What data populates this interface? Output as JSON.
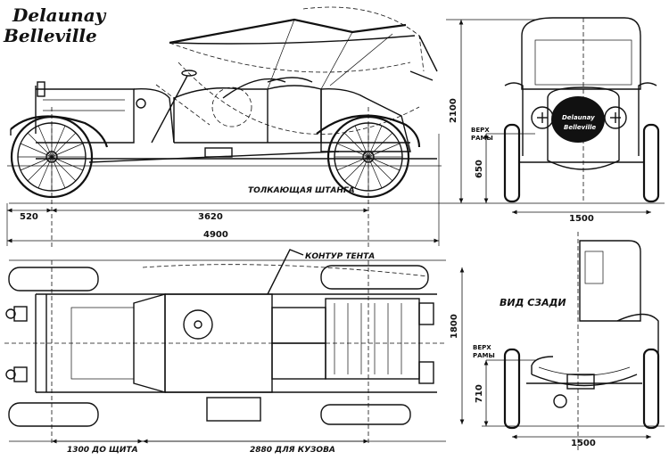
{
  "brand": {
    "line1": "Delaunay",
    "line2": "Belleville"
  },
  "side_view": {
    "label_rod": "ТОЛКАЮЩАЯ ШТАНГА",
    "dim_overhang": "520",
    "dim_wheelbase": "3620",
    "dim_length": "4900",
    "dim_height": "2100",
    "dim_frame": "650"
  },
  "front_view": {
    "label_frame_top": "ВЕРХ",
    "label_frame_bottom": "РАМЫ",
    "dim_track": "1500",
    "emblem_line1": "Delaunay",
    "emblem_line2": "Belleville"
  },
  "plan_view": {
    "label_tent": "КОНТУР ТЕНТА",
    "dim_front": "1300 ДО ЩИТА",
    "dim_body": "2880 ДЛЯ КУЗОВА",
    "dim_width": "1800"
  },
  "rear_view": {
    "title": "ВИД СЗАДИ",
    "label_frame_top": "ВЕРХ",
    "label_frame_bottom": "РАМЫ",
    "dim_frame": "710",
    "dim_track": "1500"
  }
}
